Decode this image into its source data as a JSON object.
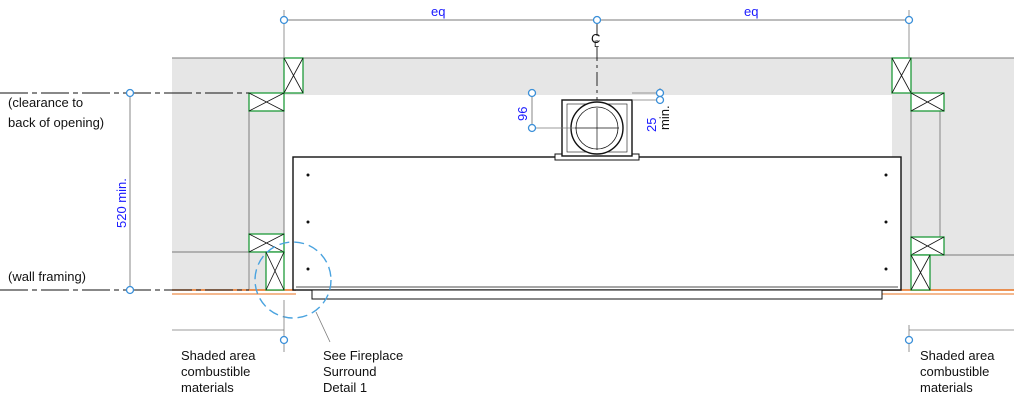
{
  "labels": {
    "left_clearance_1": "(clearance to",
    "left_clearance_2": "back of opening)",
    "left_wall_framing": "(wall framing)",
    "note_left_1": "Shaded area",
    "note_left_2": "combustible",
    "note_left_3": "materials",
    "note_center_1": "See Fireplace",
    "note_center_2": "Surround",
    "note_center_3": "Detail 1",
    "note_right_1": "Shaded area",
    "note_right_2": "combustible",
    "note_right_3": "materials",
    "centerline": "C",
    "centerline_sub": "L"
  },
  "dimensions": {
    "eq_left": "eq",
    "eq_right": "eq",
    "depth": "520 min.",
    "flue_offset": "96",
    "top_clearance_1": "25",
    "top_clearance_2": "min."
  },
  "colors": {
    "shaded_material": "#e6e6e6",
    "stud_outline": "#1f9a3a",
    "dimension": "#1a1aff",
    "dimension_node": "#3a8fd8",
    "detail_callout": "#4aa3df",
    "wall_framing": "#e8711e",
    "line": "#111111"
  }
}
